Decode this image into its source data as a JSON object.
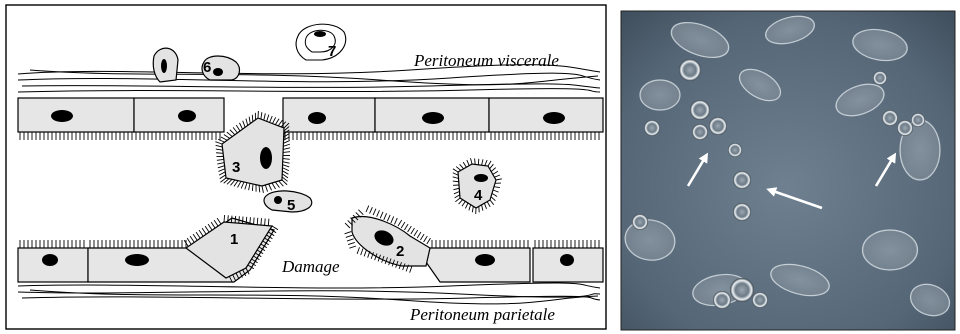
{
  "diagram": {
    "labels": {
      "top_membrane": "Peritoneum viscerale",
      "bottom_membrane": "Peritoneum parietale",
      "damage": "Damage"
    },
    "cell_numbers": [
      "1",
      "2",
      "3",
      "4",
      "5",
      "6",
      "7"
    ],
    "colors": {
      "cell_fill": "#e3e3e3",
      "outline": "#000000",
      "photo_bg": "#5b6d7e",
      "photo_cell": "#c9d4dc",
      "arrow": "#ffffff"
    }
  },
  "micrograph": {
    "arrow_count": 3,
    "icon": "phase-contrast-micrograph"
  }
}
